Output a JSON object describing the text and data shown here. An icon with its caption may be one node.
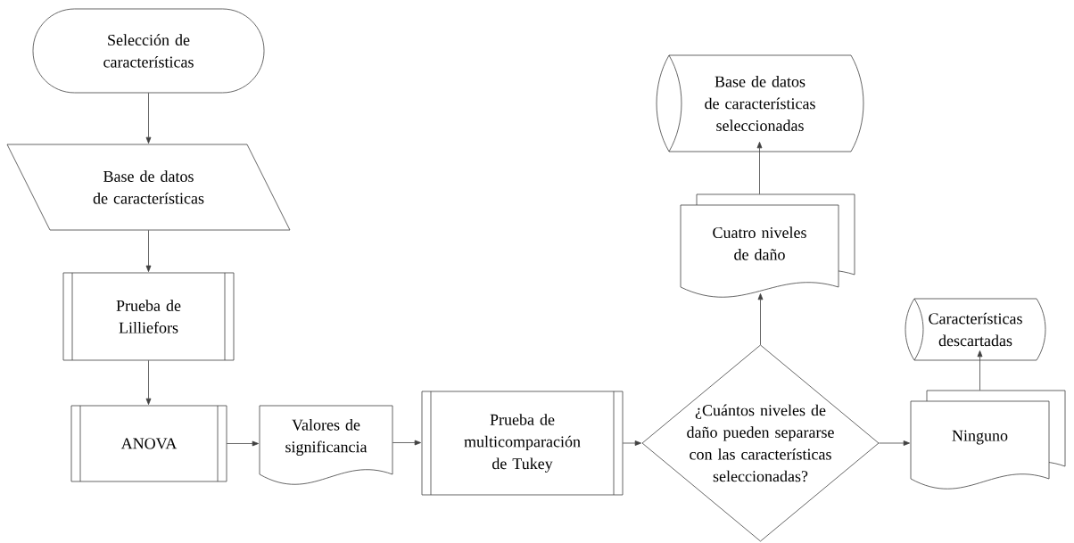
{
  "diagram": {
    "nodes": [
      {
        "text": [
          "Selección de características"
        ]
      },
      {
        "text": [
          "Base de datos de características"
        ]
      },
      {
        "text": [
          "Prueba de Lilliefors"
        ]
      },
      {
        "text": [
          "ANOVA"
        ]
      },
      {
        "text": [
          "Valores de significancia"
        ]
      },
      {
        "text": [
          "Prueba de multicomparación de Tukey"
        ]
      },
      {
        "text": [
          "¿Cuántos niveles de daño pueden separarse con las características seleccionadas?"
        ]
      },
      {
        "text": [
          "Cuatro niveles de daño"
        ]
      },
      {
        "text": [
          "Base de datos de características seleccionadas"
        ]
      },
      {
        "text": [
          "Ninguno"
        ]
      },
      {
        "text": [
          "Características descartadas"
        ]
      }
    ],
    "edges": [
      {
        "from": 0,
        "to": 1,
        "arrow": "to"
      },
      {
        "from": 1,
        "to": 2,
        "arrow": "to"
      },
      {
        "from": 2,
        "to": 3,
        "arrow": "to"
      },
      {
        "from": 3,
        "to": 4,
        "arrow": "to"
      },
      {
        "from": 4,
        "to": 5,
        "arrow": "to"
      },
      {
        "from": 5,
        "to": 6,
        "arrow": "to"
      },
      {
        "from": 6,
        "to": 7,
        "arrow": "to"
      },
      {
        "from": 7,
        "to": 8,
        "arrow": "to"
      },
      {
        "from": 6,
        "to": 9,
        "arrow": "to"
      },
      {
        "from": 9,
        "to": 10,
        "arrow": "to"
      }
    ]
  }
}
